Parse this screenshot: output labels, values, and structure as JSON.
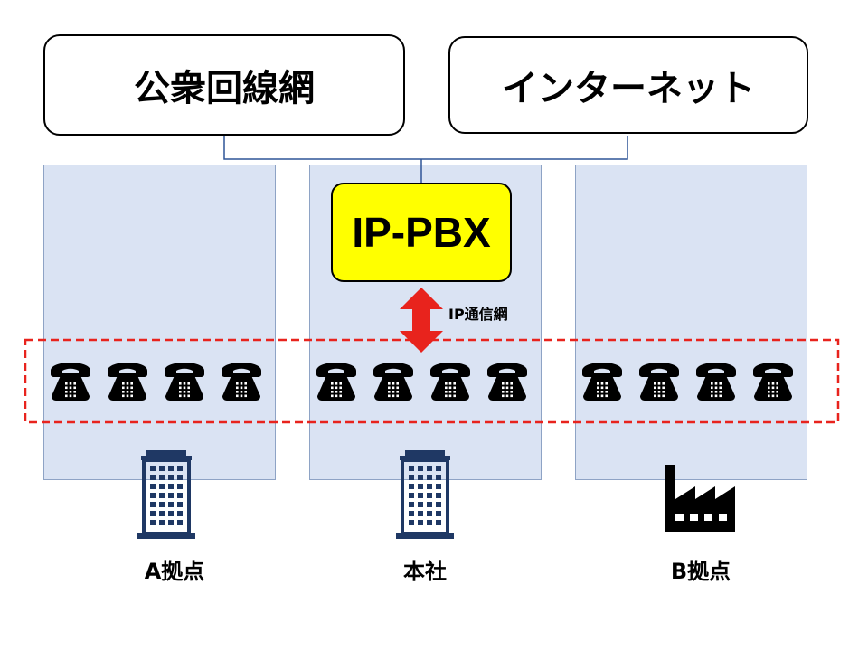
{
  "networks": {
    "pstn": "公衆回線網",
    "internet": "インターネット"
  },
  "pbx": {
    "label": "IP-PBX"
  },
  "link": {
    "label": "IP通信網"
  },
  "sites": {
    "a": {
      "label": "A拠点",
      "icon": "office-building-icon",
      "phones": 4
    },
    "hq": {
      "label": "本社",
      "icon": "office-building-icon",
      "phones": 4
    },
    "b": {
      "label": "B拠点",
      "icon": "factory-icon",
      "phones": 4
    }
  },
  "colors": {
    "site_fill": "#dae3f3",
    "pbx_fill": "#ffff00",
    "arrow": "#e8231d",
    "dashed_box": "#e8231d",
    "connector": "#2f5597",
    "building": "#1f3864"
  },
  "phone_icon": "telephone-icon"
}
